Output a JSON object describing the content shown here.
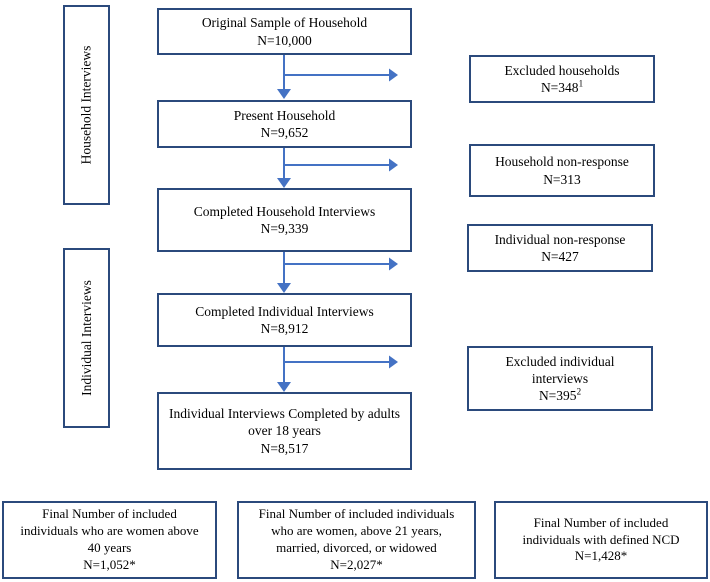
{
  "diagram": {
    "side_labels": [
      {
        "text": "Household Interviews"
      },
      {
        "text": "Individual Interviews"
      }
    ],
    "main_flow": [
      {
        "label": "Original Sample of Household",
        "n": "N=10,000"
      },
      {
        "label": "Present Household",
        "n": "N=9,652"
      },
      {
        "label": "Completed Household Interviews",
        "n": "N=9,339"
      },
      {
        "label": "Completed Individual Interviews",
        "n": "N=8,912"
      },
      {
        "label": "Individual Interviews Completed by adults over 18 years",
        "n": "N=8,517"
      }
    ],
    "exclusion_boxes": [
      {
        "label": "Excluded households",
        "n": "N=348",
        "sup": "1"
      },
      {
        "label": "Household non-response",
        "n": "N=313",
        "sup": ""
      },
      {
        "label": "Individual non-response",
        "n": "N=427",
        "sup": ""
      },
      {
        "label": "Excluded individual interviews",
        "n": "N=395",
        "sup": "2"
      }
    ],
    "final_boxes": [
      {
        "label": "Final Number of included individuals who are women above 40 years",
        "n": "N=1,052*"
      },
      {
        "label": "Final Number of included individuals who are women, above 21 years, married, divorced, or widowed",
        "n": "N=2,027*"
      },
      {
        "label": "Final Number of included individuals with defined NCD",
        "n": "N=1,428*"
      }
    ],
    "colors": {
      "box_border": "#2b4a7c",
      "arrow": "#4472c4",
      "text": "#000000"
    }
  }
}
